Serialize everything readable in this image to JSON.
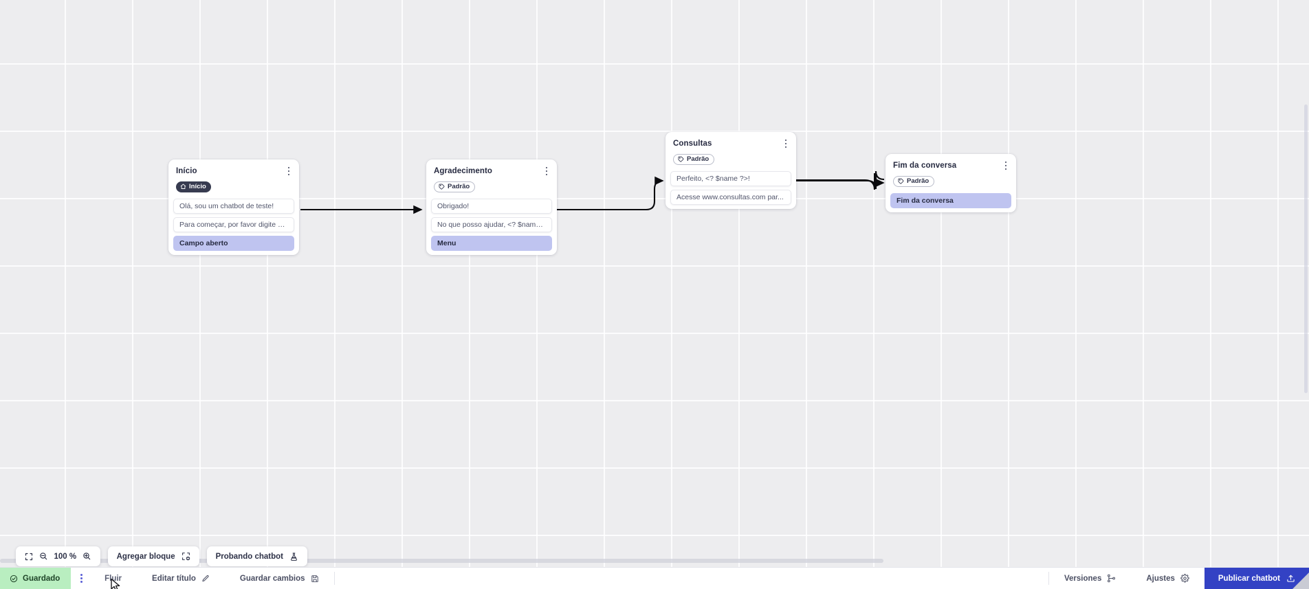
{
  "canvas": {
    "zoom_label": "100 %",
    "nodes": [
      {
        "id": "inicio",
        "title": "Início",
        "tag": {
          "label": "Início",
          "style": "dark",
          "icon": "home-icon"
        },
        "items": [
          {
            "text": "Olá, sou um chatbot de teste!",
            "accent": false
          },
          {
            "text": "Para começar, por favor digite o ...",
            "accent": false
          },
          {
            "text": "Campo aberto",
            "accent": true
          }
        ]
      },
      {
        "id": "agradecimento",
        "title": "Agradecimento",
        "tag": {
          "label": "Padrão",
          "style": "outline",
          "icon": "tag-icon"
        },
        "items": [
          {
            "text": "Obrigado!",
            "accent": false
          },
          {
            "text": "No que posso ajudar, <? $name ...",
            "accent": false
          },
          {
            "text": "Menu",
            "accent": true
          }
        ]
      },
      {
        "id": "consultas",
        "title": "Consultas",
        "tag": {
          "label": "Padrão",
          "style": "outline",
          "icon": "tag-icon"
        },
        "items": [
          {
            "text": "Perfeito, <? $name ?>!",
            "accent": false
          },
          {
            "text": "Acesse www.consultas.com par...",
            "accent": false
          }
        ]
      },
      {
        "id": "fim-da-conversa",
        "title": "Fim da conversa",
        "tag": {
          "label": "Padrão",
          "style": "outline",
          "icon": "tag-icon"
        },
        "items": [
          {
            "text": "Fim da conversa",
            "accent": true
          }
        ]
      }
    ]
  },
  "toolbar": {
    "fit_icon": "fit-screen-icon",
    "zoom_out_icon": "zoom-out-icon",
    "zoom_level": "100 %",
    "zoom_in_icon": "zoom-in-icon",
    "add_block_label": "Agregar bloque",
    "add_block_icon": "add-block-icon",
    "test_chatbot_label": "Probando chatbot",
    "test_chatbot_icon": "flask-icon"
  },
  "statusbar": {
    "saved_label": "Guardado",
    "saved_icon": "check-circle-icon",
    "menu_icon": "vertical-dots-icon",
    "flow_label": "Fluir",
    "edit_title_label": "Editar título",
    "edit_title_icon": "pencil-icon",
    "save_changes_label": "Guardar cambios",
    "save_changes_icon": "floppy-icon",
    "versions_label": "Versiones",
    "versions_icon": "branch-icon",
    "settings_label": "Ajustes",
    "settings_icon": "gear-icon",
    "publish_label": "Publicar chatbot",
    "publish_icon": "upload-icon"
  },
  "colors": {
    "accent_item": "#bfc4f0",
    "publish_blue": "#3342c4",
    "saved_green": "#b9eec0",
    "tag_dark": "#373b50",
    "canvas_bg": "#ededef"
  }
}
